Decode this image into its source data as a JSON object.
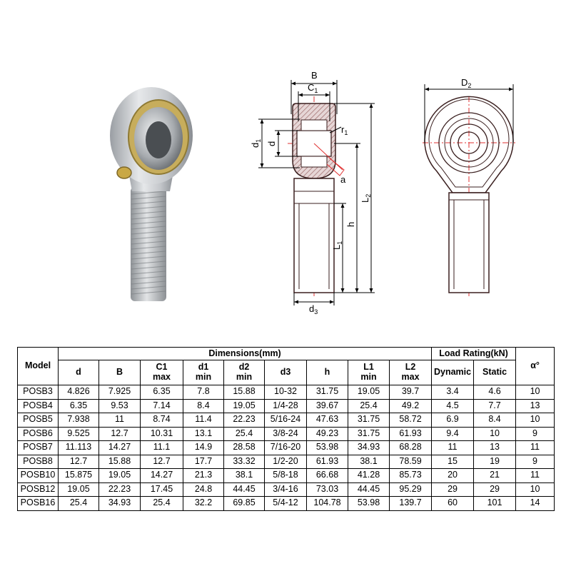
{
  "drawing_labels": {
    "B": "B",
    "C1": "C",
    "C1_sub": "1",
    "r1": "r",
    "r1_sub": "1",
    "d1": "d",
    "d1_sub": "1",
    "d": "d",
    "a": "a",
    "L2": "L",
    "L2_sub": "2",
    "h": "h",
    "L1": "L",
    "L1_sub": "1",
    "d3": "d",
    "d3_sub": "3",
    "D2": "D",
    "D2_sub": "2"
  },
  "table": {
    "model_header": "Model",
    "dimensions_header": "Dimensions(mm)",
    "load_header": "Load Rating(kN)",
    "alpha_header": "α°",
    "columns": [
      {
        "l1": "d",
        "l2": ""
      },
      {
        "l1": "B",
        "l2": ""
      },
      {
        "l1": "C1",
        "l2": "max"
      },
      {
        "l1": "d1",
        "l2": "min"
      },
      {
        "l1": "d2",
        "l2": "min"
      },
      {
        "l1": "d3",
        "l2": ""
      },
      {
        "l1": "h",
        "l2": ""
      },
      {
        "l1": "L1",
        "l2": "min"
      },
      {
        "l1": "L2",
        "l2": "max"
      },
      {
        "l1": "Dynamic",
        "l2": ""
      },
      {
        "l1": "Static",
        "l2": ""
      }
    ],
    "rows": [
      [
        "POSB3",
        "4.826",
        "7.925",
        "6.35",
        "7.8",
        "15.88",
        "10-32",
        "31.75",
        "19.05",
        "39.7",
        "3.4",
        "4.6",
        "10"
      ],
      [
        "POSB4",
        "6.35",
        "9.53",
        "7.14",
        "8.4",
        "19.05",
        "1/4-28",
        "39.67",
        "25.4",
        "49.2",
        "4.5",
        "7.7",
        "13"
      ],
      [
        "POSB5",
        "7.938",
        "11",
        "8.74",
        "11.4",
        "22.23",
        "5/16-24",
        "47.63",
        "31.75",
        "58.72",
        "6.9",
        "8.4",
        "10"
      ],
      [
        "POSB6",
        "9.525",
        "12.7",
        "10.31",
        "13.1",
        "25.4",
        "3/8-24",
        "49.23",
        "31.75",
        "61.93",
        "9.4",
        "10",
        "9"
      ],
      [
        "POSB7",
        "11.113",
        "14.27",
        "11.1",
        "14.9",
        "28.58",
        "7/16-20",
        "53.98",
        "34.93",
        "68.28",
        "11",
        "13",
        "11"
      ],
      [
        "POSB8",
        "12.7",
        "15.88",
        "12.7",
        "17.7",
        "33.32",
        "1/2-20",
        "61.93",
        "38.1",
        "78.59",
        "15",
        "19",
        "9"
      ],
      [
        "POSB10",
        "15.875",
        "19.05",
        "14.27",
        "21.3",
        "38.1",
        "5/8-18",
        "66.68",
        "41.28",
        "85.73",
        "20",
        "21",
        "11"
      ],
      [
        "POSB12",
        "19.05",
        "22.23",
        "17.45",
        "24.8",
        "44.45",
        "3/4-16",
        "73.03",
        "44.45",
        "95.29",
        "29",
        "29",
        "10"
      ],
      [
        "POSB16",
        "25.4",
        "34.93",
        "25.4",
        "32.2",
        "69.85",
        "5/4-12",
        "104.78",
        "53.98",
        "139.7",
        "60",
        "101",
        "14"
      ]
    ]
  }
}
